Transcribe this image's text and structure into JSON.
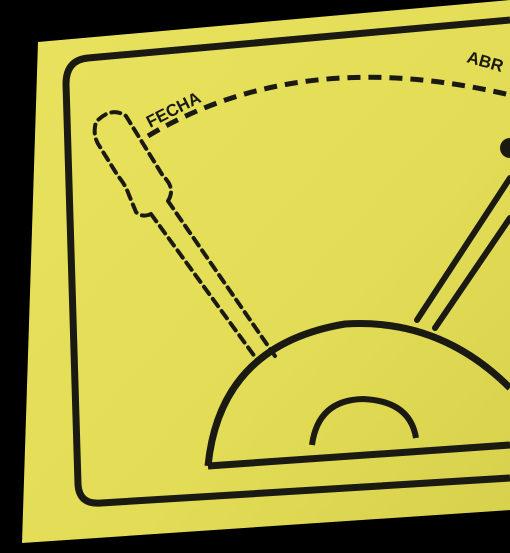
{
  "scene": {
    "subject": "valve-position-sign",
    "background_color": "#000000",
    "sign_color": "#e2dc56",
    "ink_color": "#1a1a12"
  },
  "labels": {
    "closed": "FECHA",
    "open": "ABR"
  }
}
